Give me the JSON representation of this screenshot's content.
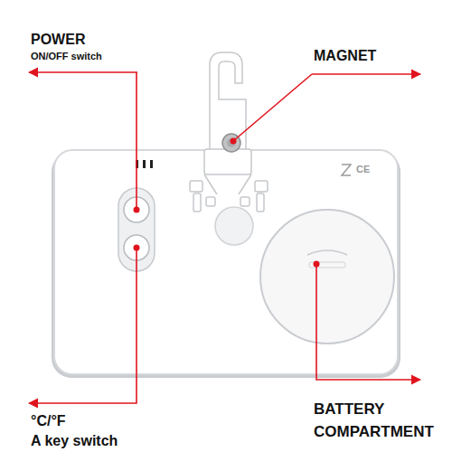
{
  "diagram": {
    "labels": [
      "POWER",
      "ON/OFF switch",
      "MAGNET",
      "°C/°F",
      "A key switch",
      "BATTERY COMPARTMENT",
      "CE"
    ]
  }
}
